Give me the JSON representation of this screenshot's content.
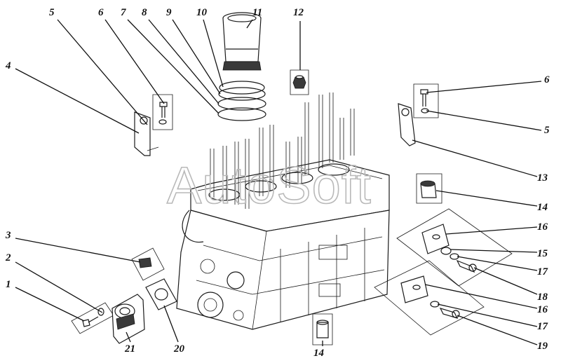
{
  "watermark": "AutoSoft",
  "callouts": [
    {
      "id": "callout-5-left",
      "label": "5"
    },
    {
      "id": "callout-6-left",
      "label": "6"
    },
    {
      "id": "callout-7",
      "label": "7"
    },
    {
      "id": "callout-8",
      "label": "8"
    },
    {
      "id": "callout-9",
      "label": "9"
    },
    {
      "id": "callout-10",
      "label": "10"
    },
    {
      "id": "callout-11",
      "label": "11"
    },
    {
      "id": "callout-12",
      "label": "12"
    },
    {
      "id": "callout-4",
      "label": "4"
    },
    {
      "id": "callout-6-right",
      "label": "6"
    },
    {
      "id": "callout-5-right",
      "label": "5"
    },
    {
      "id": "callout-13",
      "label": "13"
    },
    {
      "id": "callout-14-top",
      "label": "14"
    },
    {
      "id": "callout-16-top",
      "label": "16"
    },
    {
      "id": "callout-15",
      "label": "15"
    },
    {
      "id": "callout-17-top",
      "label": "17"
    },
    {
      "id": "callout-18",
      "label": "18"
    },
    {
      "id": "callout-16-bottom",
      "label": "16"
    },
    {
      "id": "callout-17-bottom",
      "label": "17"
    },
    {
      "id": "callout-19",
      "label": "19"
    },
    {
      "id": "callout-3",
      "label": "3"
    },
    {
      "id": "callout-2",
      "label": "2"
    },
    {
      "id": "callout-1",
      "label": "1"
    },
    {
      "id": "callout-21",
      "label": "21"
    },
    {
      "id": "callout-20",
      "label": "20"
    },
    {
      "id": "callout-14-bottom",
      "label": "14"
    }
  ]
}
